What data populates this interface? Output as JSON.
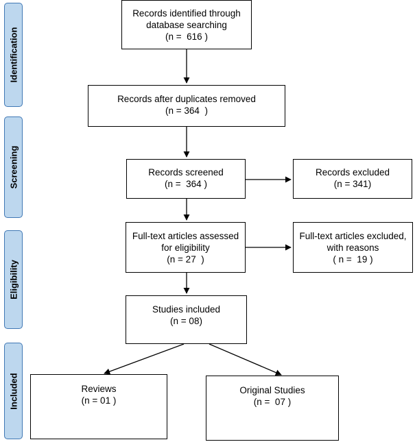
{
  "stages": {
    "identification": "Identification",
    "screening": "Screening",
    "eligibility": "Eligibility",
    "included": "Included"
  },
  "boxes": {
    "identified": {
      "line1": "Records identified through",
      "line2": "database searching",
      "line3": "(n =  616 )"
    },
    "after_duplicates": {
      "line1": "Records after duplicates removed",
      "line2": "(n = 364  )"
    },
    "screened": {
      "line1": "Records screened",
      "line2": "(n =  364 )"
    },
    "excluded": {
      "line1": "Records excluded",
      "line2": "(n = 341)"
    },
    "fulltext_assessed": {
      "line1": "Full-text articles assessed",
      "line2": "for eligibility",
      "line3": "(n = 27  )"
    },
    "fulltext_excluded": {
      "line1": "Full-text articles excluded,",
      "line2": "with reasons",
      "line3": "( n =  19 )"
    },
    "studies_included": {
      "line1": "Studies included",
      "line2": "(n = 08)"
    },
    "reviews": {
      "line1": "Reviews",
      "line2": "(n = 01 )"
    },
    "original_studies": {
      "line1": "Original Studies",
      "line2": "(n =  07 )"
    }
  }
}
